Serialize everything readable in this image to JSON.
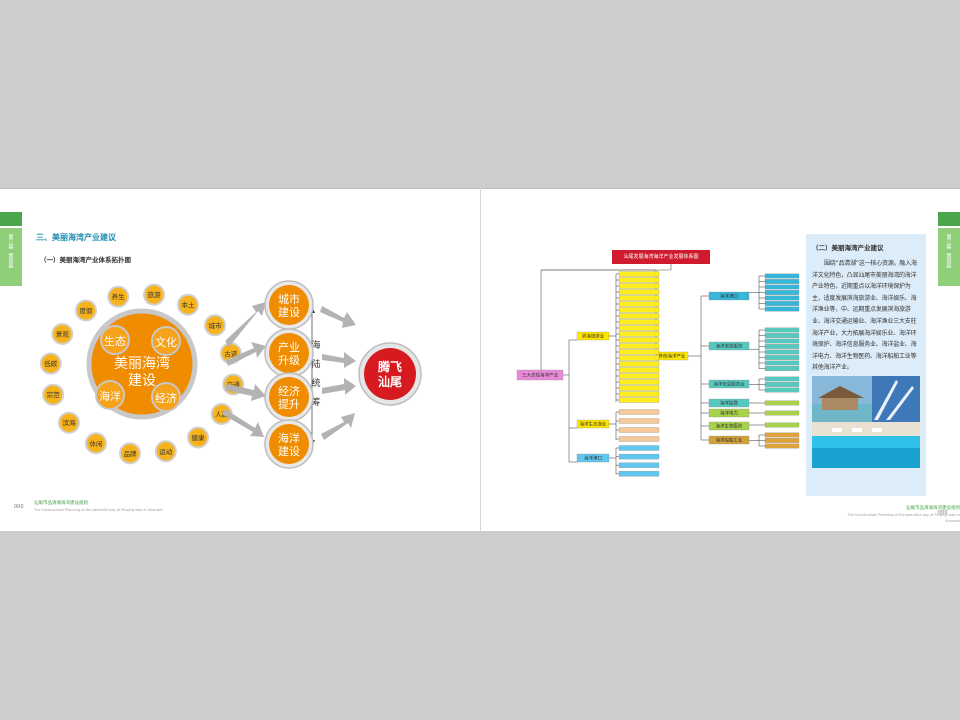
{
  "left_page": {
    "section_title": "三、美丽海湾产业建议",
    "subtitle": "（一）美丽海湾产业体系拓扑图",
    "tab": {
      "labels": [
        "第三篇",
        "策划篇"
      ]
    },
    "page_number": "000",
    "footer": {
      "cn": "汕尾市品清湖海湾建设规划",
      "en": "The Construction Planning of the beautiful bay of Pinqing lake in Shanwei"
    },
    "center_circle": {
      "label": "美丽海湾建设",
      "quadrants": [
        "生态",
        "文化",
        "海洋",
        "经济"
      ]
    },
    "ring_items": [
      "养生",
      "旅游",
      "本土",
      "城市",
      "古迹",
      "交通",
      "人居",
      "健康",
      "运动",
      "品牌",
      "休闲",
      "滨海",
      "宗范",
      "低碳",
      "景观",
      "度假"
    ],
    "pillars": [
      "城市建设",
      "产业升级",
      "经济提升",
      "海洋建设"
    ],
    "vertical_label": "海陆统筹",
    "goal": "腾飞汕尾"
  },
  "right_page": {
    "tab": {
      "labels": [
        "第三篇",
        "策划篇"
      ]
    },
    "page_number": "000",
    "footer": {
      "cn": "汕尾市品清湖海湾建设规划",
      "en": "The Construction Planning of the beautiful bay of Pinqing lake in Shanwei"
    },
    "diagram_title": "汕尾发展海湾海洋产业发展体系图",
    "root": "三大支柱海洋产业",
    "level1": [
      "滨海旅游业",
      "海洋生态渔业",
      "海洋港口",
      "其他海洋产业"
    ],
    "level2": [
      "海洋港口",
      "海洋旅游服务",
      "海洋信息服务业",
      "海洋监管",
      "海洋电力",
      "海洋生物医药",
      "海洋船舶工业"
    ],
    "text_heading": "（二）美丽海湾产业建议",
    "text_body": "围绕“品清湖”这一核心资源，融入海洋文化特色，凸显汕尾市美丽海湾的海洋产业特色，近期重点以海洋环境保护为主，适度发展滨海旅游业、海洋娱乐、海洋渔业等，中、远期重点发展滨海旅游业、海洋交通运输业、海洋渔业三大支柱海洋产业，大力拓展海洋娱乐业、海洋环境保护、海洋信息服务业、海洋盐业、海洋电力、海洋生物医药、海洋船舶工业等其他海洋产业。"
  }
}
